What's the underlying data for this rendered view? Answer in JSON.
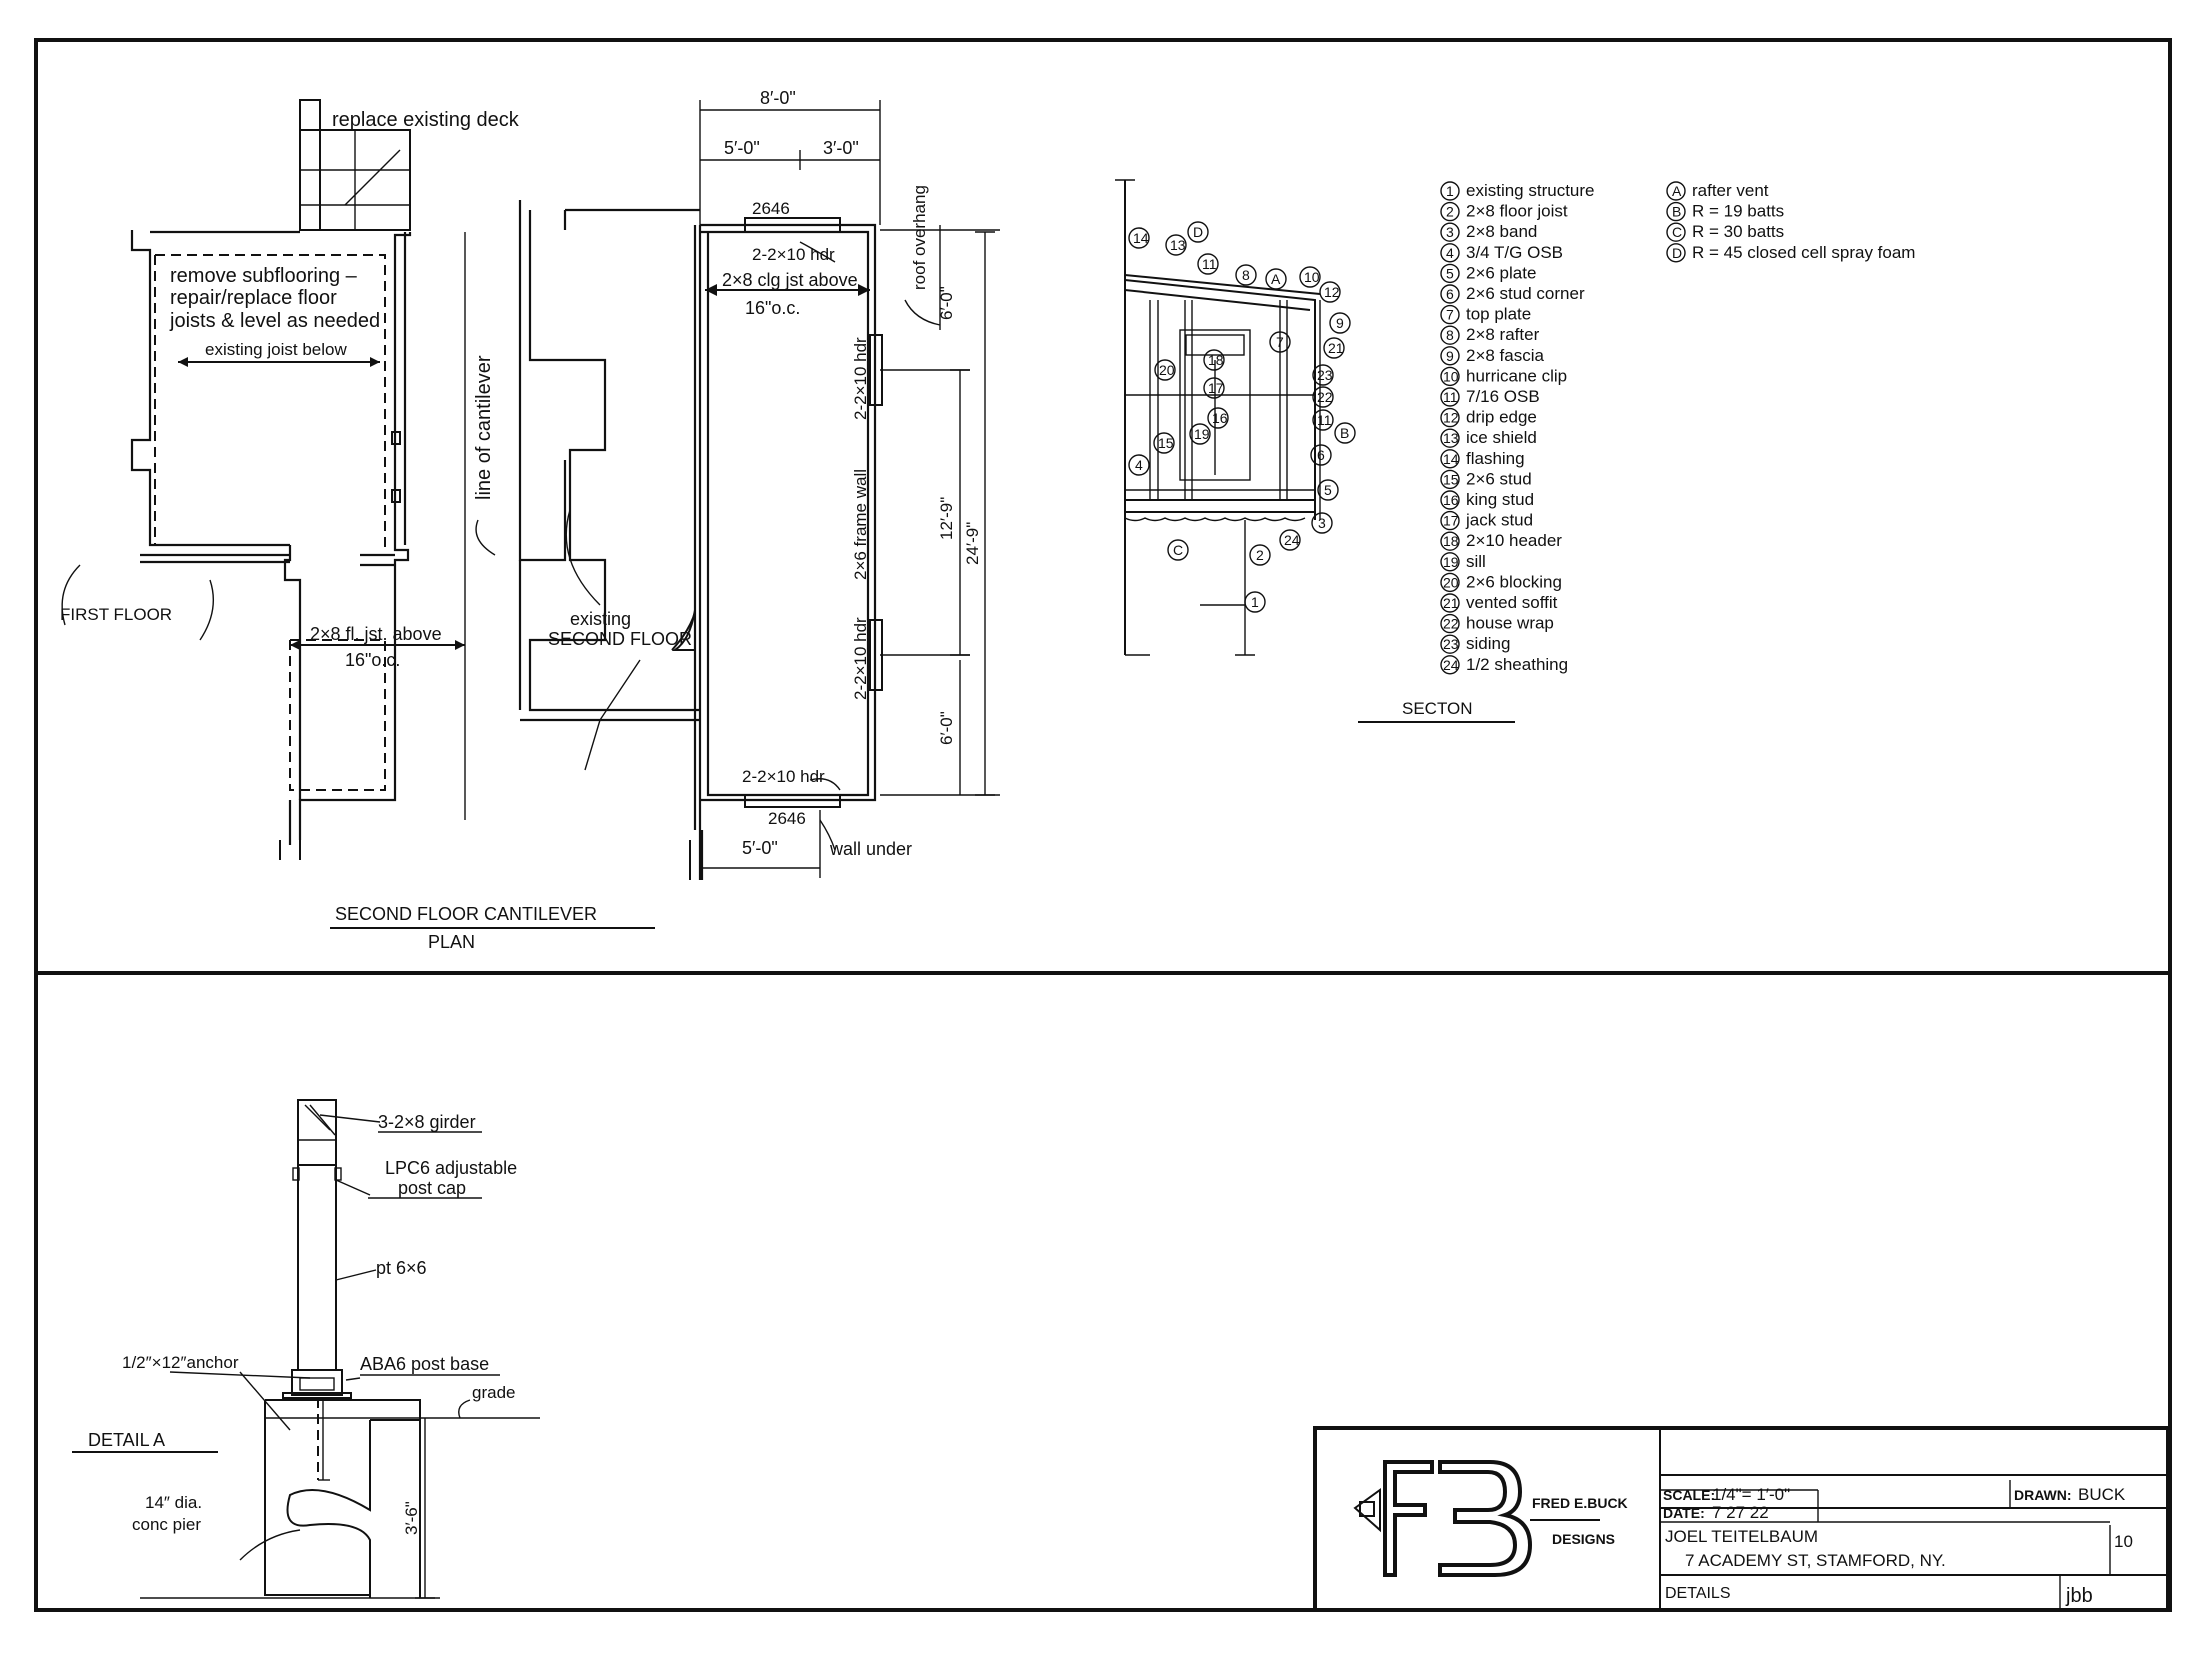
{
  "plan": {
    "replace_deck": "replace existing deck",
    "remove_subfloor": [
      "remove subflooring –",
      "repair/replace floor",
      "joists & level as needed"
    ],
    "existing_joist": "existing joist below",
    "line_of_cantilever": "line of cantilever",
    "first_floor": "FIRST FLOOR",
    "fl_jst_above": "2×8 fl. jst. above",
    "fl_jst_oc": "16\"o.c.",
    "existing_second": [
      "existing",
      "SECOND FLOOR"
    ],
    "dim_8_0": "8′-0\"",
    "dim_5_0_top": "5′-0\"",
    "dim_3_0": "3′-0\"",
    "window_2646_top": "2646",
    "hdr_top": "2-2×10 hdr",
    "clg_jst": "2×8 clg jst above",
    "clg_oc": "16\"o.c.",
    "roof_overhang": "roof overhang",
    "dim_6_0_top": "6′-0\"",
    "hdr_side_1": "2-2×10 hdr",
    "frame_wall": "2×6 frame wall",
    "hdr_side_2": "2-2×10 hdr",
    "dim_12_9": "12′-9\"",
    "dim_24_9": "24′-9\"",
    "dim_6_0_bot": "6′-0\"",
    "hdr_bot": "2-2×10 hdr",
    "window_2646_bot": "2646",
    "dim_5_0_bot": "5′-0\"",
    "wall_under": "wall under",
    "title_1": "SECOND FLOOR CANTILEVER",
    "title_2": "PLAN"
  },
  "section": {
    "title": "SECTON",
    "legend": [
      {
        "n": "1",
        "t": "existing structure"
      },
      {
        "n": "2",
        "t": "2×8 floor joist"
      },
      {
        "n": "3",
        "t": "2×8 band"
      },
      {
        "n": "4",
        "t": "3/4 T/G OSB"
      },
      {
        "n": "5",
        "t": "2×6 plate"
      },
      {
        "n": "6",
        "t": "2×6 stud corner"
      },
      {
        "n": "7",
        "t": "top plate"
      },
      {
        "n": "8",
        "t": "2×8 rafter"
      },
      {
        "n": "9",
        "t": "2×8 fascia"
      },
      {
        "n": "10",
        "t": "hurricane clip"
      },
      {
        "n": "11",
        "t": "7/16 OSB"
      },
      {
        "n": "12",
        "t": "drip edge"
      },
      {
        "n": "13",
        "t": "ice shield"
      },
      {
        "n": "14",
        "t": "flashing"
      },
      {
        "n": "15",
        "t": "2×6 stud"
      },
      {
        "n": "16",
        "t": "king stud"
      },
      {
        "n": "17",
        "t": "jack stud"
      },
      {
        "n": "18",
        "t": "2×10 header"
      },
      {
        "n": "19",
        "t": "sill"
      },
      {
        "n": "20",
        "t": "2×6 blocking"
      },
      {
        "n": "21",
        "t": "vented soffit"
      },
      {
        "n": "22",
        "t": "house wrap"
      },
      {
        "n": "23",
        "t": "siding"
      },
      {
        "n": "24",
        "t": "1/2 sheathing"
      }
    ],
    "legend_letters": [
      {
        "n": "A",
        "t": "rafter vent"
      },
      {
        "n": "B",
        "t": "R = 19 batts"
      },
      {
        "n": "C",
        "t": "R = 30 batts"
      },
      {
        "n": "D",
        "t": "R = 45 closed cell spray foam"
      }
    ]
  },
  "detail": {
    "girder": "3-2×8 girder",
    "post_cap_1": "LPC6 adjustable",
    "post_cap_2": "post cap",
    "pt": "pt 6×6",
    "anchor": "1/2″×12″anchor",
    "post_base": "ABA6 post base",
    "grade": "grade",
    "title": "DETAIL A",
    "pier_1": "14″ dia.",
    "pier_2": "conc pier",
    "dim": "3′-6\""
  },
  "title_block": {
    "company_1": "FRED E.BUCK",
    "company_2": "DESIGNS",
    "scale_label": "SCALE:",
    "scale_value": "1/4\"= 1′-0\"",
    "date_label": "DATE:",
    "date_value": "7  27  22",
    "drawn_label": "DRAWN:",
    "drawn_value": "BUCK",
    "client": "JOEL TEITELBAUM",
    "address": "7  ACADEMY ST, STAMFORD, NY.",
    "sheet_no": "10",
    "sheet_title": "DETAILS",
    "initials": "jbb"
  }
}
